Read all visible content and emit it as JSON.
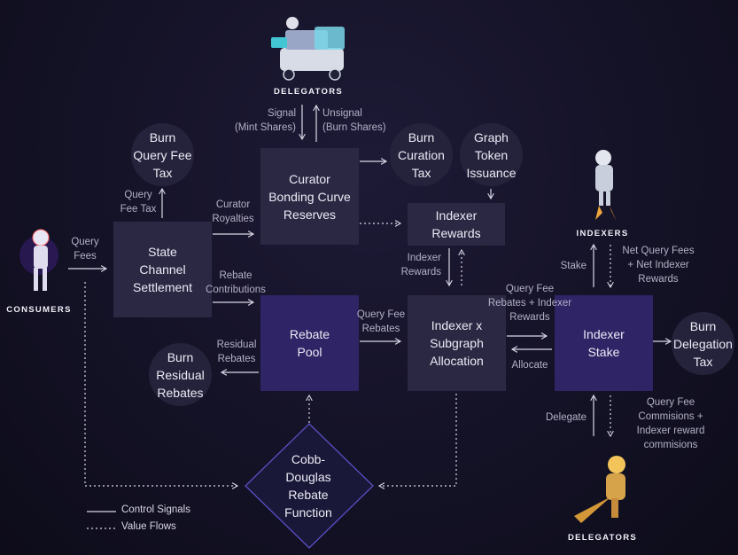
{
  "actors": {
    "delegators_top": "DELEGATORS",
    "indexers": "INDEXERS",
    "consumers": "CONSUMERS",
    "delegators_bottom": "DELEGATORS"
  },
  "nodes": {
    "state_channel": "State\nChannel\nSettlement",
    "curator_bonding": "Curator\nBonding Curve\nReserves",
    "indexer_rewards": "Indexer\nRewards",
    "rebate_pool": "Rebate\nPool",
    "indexer_allocation": "Indexer x\nSubgraph\nAllocation",
    "indexer_stake": "Indexer\nStake",
    "cobb_douglas": "Cobb-\nDouglas\nRebate\nFunction",
    "burn_query_fee_tax": "Burn\nQuery Fee\nTax",
    "burn_curation_tax": "Burn\nCuration\nTax",
    "graph_token_issuance": "Graph\nToken\nIssuance",
    "burn_delegation_tax": "Burn\nDelegation\nTax",
    "burn_residual_rebates": "Burn\nResidual\nRebates"
  },
  "labels": {
    "signal": "Signal\n(Mint Shares)",
    "unsignal": "Unsignal\n(Burn Shares)",
    "query_fee_tax": "Query\nFee Tax",
    "curator_royalties": "Curator\nRoyalties",
    "query_fees": "Query\nFees",
    "rebate_contributions": "Rebate\nContributions",
    "indexer_rewards_flow": "Indexer\nRewards",
    "stake": "Stake",
    "net_query_fees": "Net Query Fees\n+ Net Indexer\nRewards",
    "query_fee_rebates": "Query Fee\nRebates + Indexer\nRewards",
    "allocate": "Allocate",
    "residual_rebates": "Residual\nRebates",
    "query_fee_rebates_pool": "Query Fee\nRebates",
    "delegate": "Delegate",
    "query_fee_commissions": "Query Fee\nCommisions +\nIndexer reward\ncommisions"
  },
  "legend": {
    "control": "Control Signals",
    "value": "Value Flows"
  },
  "colors": {
    "box_gray": "#2a2843",
    "box_purple": "#2e2466",
    "circle": "#25233c",
    "line": "#d9d8e6"
  }
}
